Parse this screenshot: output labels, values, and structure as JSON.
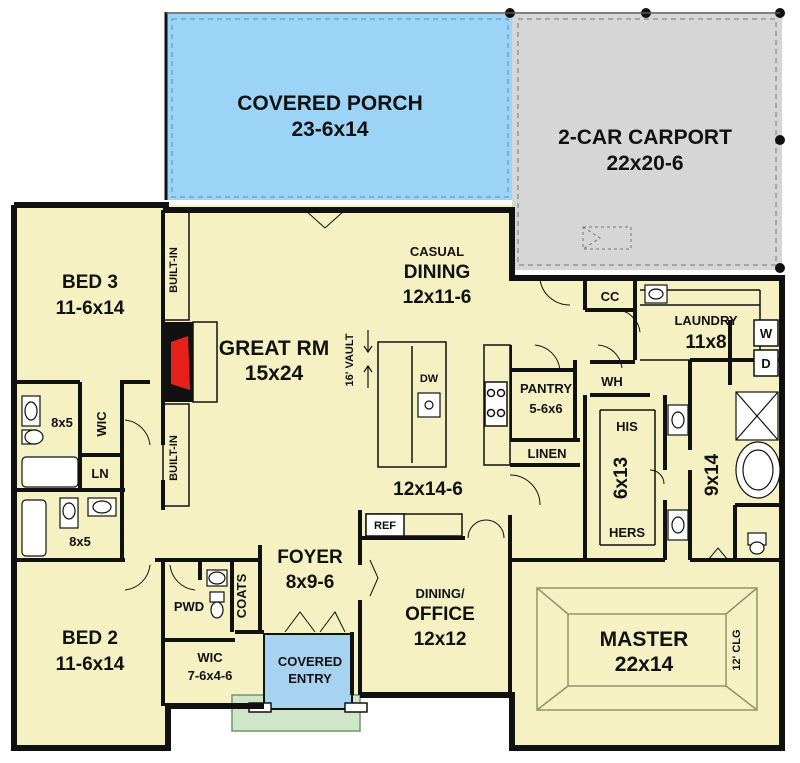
{
  "colors": {
    "floor": "#f6f1c2",
    "porch": "#9bd4f6",
    "carport": "#d6d6d6",
    "entry": "#a7d3f0",
    "stoop": "#cfe6c8",
    "wall": "#111111",
    "fireplace": "#e8201c",
    "fixture": "#ffffff",
    "ceiling_detail": "#cfd3aa"
  },
  "rooms": {
    "covered_porch": {
      "name": "COVERED PORCH",
      "size": "23-6x14"
    },
    "carport": {
      "name": "2-CAR CARPORT",
      "size": "22x20-6"
    },
    "bed3": {
      "name": "BED 3",
      "size": "11-6x14"
    },
    "great_room": {
      "name": "GREAT RM",
      "size": "15x24"
    },
    "casual_dining": {
      "name_small": "CASUAL",
      "name": "DINING",
      "size": "12x11-6"
    },
    "kitchen": {
      "size": "12x14-6"
    },
    "cc": {
      "name": "CC"
    },
    "laundry": {
      "name": "LAUNDRY",
      "size": "11x8"
    },
    "pantry": {
      "name": "PANTRY",
      "size": "5-6x6"
    },
    "wh": {
      "name": "WH"
    },
    "bath_upper": {
      "size": "8x5"
    },
    "wic_upper": {
      "name": "WIC"
    },
    "ln": {
      "name": "LN"
    },
    "bath_lower": {
      "size": "8x5"
    },
    "linen": {
      "name": "LINEN"
    },
    "master_closet": {
      "his": "HIS",
      "size": "6x13",
      "hers": "HERS"
    },
    "master_bath": {
      "size": "9x14"
    },
    "foyer": {
      "name": "FOYER",
      "size": "8x9-6"
    },
    "dining_office": {
      "name_small": "DINING/",
      "name": "OFFICE",
      "size": "12x12"
    },
    "master": {
      "name": "MASTER",
      "size": "22x14"
    },
    "bed2": {
      "name": "BED 2",
      "size": "11-6x14"
    },
    "pwd": {
      "name": "PWD"
    },
    "coats": {
      "name": "COATS"
    },
    "wic_lower": {
      "name": "WIC",
      "size": "7-6x4-6"
    },
    "covered_entry": {
      "line1": "COVERED",
      "line2": "ENTRY"
    }
  },
  "notes": {
    "built_in_upper": "BUILT-IN",
    "built_in_lower": "BUILT-IN",
    "vault": "16' VAULT",
    "dishwasher": "DW",
    "refrigerator": "REF",
    "washer": "W",
    "dryer": "D",
    "master_ceiling": "12' CLG"
  }
}
